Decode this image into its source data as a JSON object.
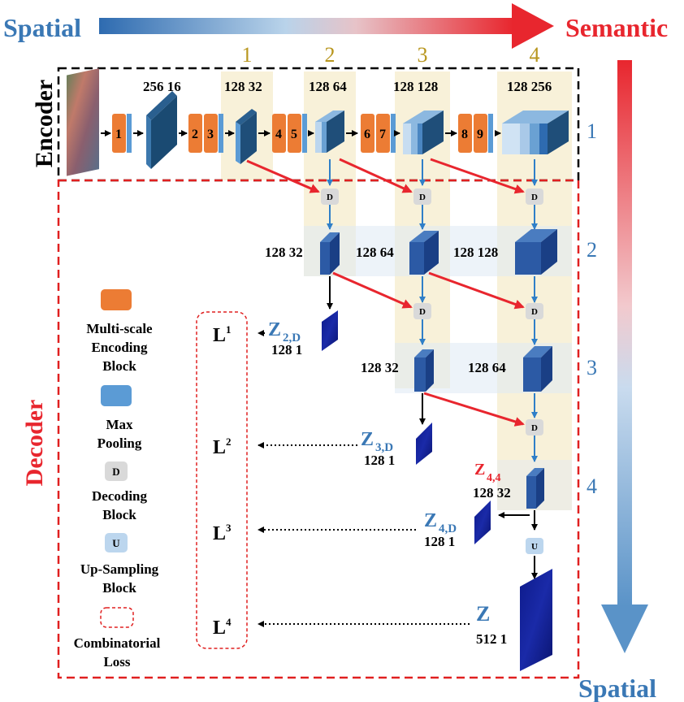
{
  "header": {
    "left": "Spatial",
    "right": "Semantic",
    "bottom_right": "Spatial"
  },
  "sections": {
    "encoder": "Encoder",
    "decoder": "Decoder"
  },
  "columns": [
    "1",
    "2",
    "3",
    "4"
  ],
  "rows": [
    "1",
    "2",
    "3",
    "4"
  ],
  "encoder_blocks": [
    "1",
    "2",
    "3",
    "4",
    "5",
    "6",
    "7",
    "8",
    "9"
  ],
  "encoder_dims": [
    "256 16",
    "128 32",
    "128 64",
    "128 128",
    "128 256"
  ],
  "decoder_dims": {
    "r2c2": "128 32",
    "r2c3": "128 64",
    "r2c4": "128 128",
    "r3c3": "128 32",
    "r3c4": "128 64",
    "r4c4": "128 32"
  },
  "decoding_label": "D",
  "upsampling_label": "U",
  "outputs": {
    "z2": {
      "name": "Z",
      "sub": "2,D",
      "dims": "128 1"
    },
    "z3": {
      "name": "Z",
      "sub": "3,D",
      "dims": "128 1"
    },
    "z4": {
      "name": "Z",
      "sub": "4,D",
      "dims": "128 1"
    },
    "z44": {
      "name": "Z",
      "sub": "4,4"
    },
    "z": {
      "name": "Z",
      "dims": "512 1"
    }
  },
  "losses": [
    {
      "name": "L",
      "sup": "1"
    },
    {
      "name": "L",
      "sup": "2"
    },
    {
      "name": "L",
      "sup": "3"
    },
    {
      "name": "L",
      "sup": "4"
    }
  ],
  "legend": {
    "mseb": [
      "Multi-scale",
      "Encoding",
      "Block"
    ],
    "maxpool": [
      "Max",
      "Pooling"
    ],
    "decoding": [
      "Decoding",
      "Block"
    ],
    "upsampling": [
      "Up-Sampling",
      "Block"
    ],
    "loss": [
      "Combinatorial",
      "Loss"
    ],
    "d": "D",
    "u": "U"
  },
  "colors": {
    "spatial_blue": "#3a78b5",
    "semantic_red": "#e8262e",
    "orange": "#ec7c34",
    "navy": "#1f4e79",
    "gold": "#b8961e",
    "dashed_red": "#e02020"
  }
}
